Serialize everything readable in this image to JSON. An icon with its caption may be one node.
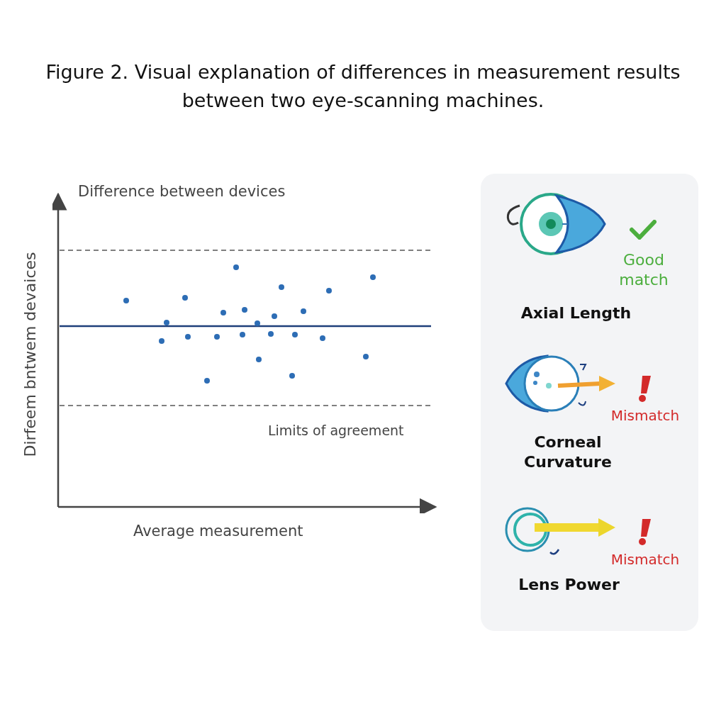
{
  "diagram": {
    "title": "Figure 2. Visual explanation of differences in measurement results between two eye-scanning machines.",
    "nodes": [
      {
        "text": [
          "Good match",
          "Axial Length",
          "Mismatch",
          "Corneal Curvature",
          "Mismatch",
          "Lens Power"
        ]
      }
    ],
    "labels": [
      "Difference between devices",
      "Dirfeem bntwem devaices",
      "Limits of agreement",
      "Average measurement"
    ]
  }
}
